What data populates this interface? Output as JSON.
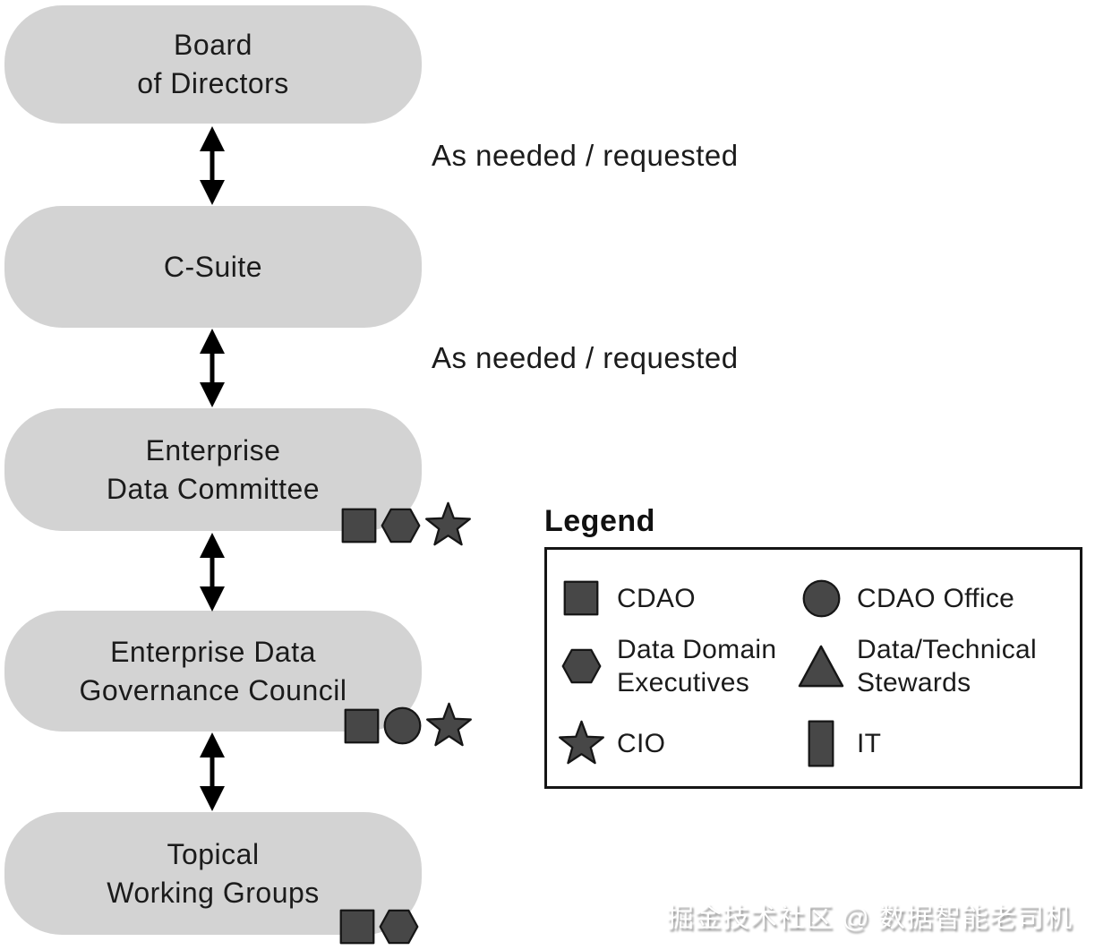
{
  "colors": {
    "pill_fill": "#d3d3d3",
    "text": "#1b1b1b",
    "arrow": "#000000",
    "symbol_fill": "#474747",
    "symbol_stroke": "#161616",
    "legend_border": "#151515",
    "watermark_text": "#ffffff",
    "watermark_shadow": "#9a9a9a"
  },
  "diagram": {
    "nodes": [
      {
        "id": "board-of-directors",
        "label": "Board\nof Directors",
        "badges": []
      },
      {
        "id": "c-suite",
        "label": "C-Suite",
        "badges": []
      },
      {
        "id": "enterprise-data-committee",
        "label": "Enterprise\nData Committee",
        "badges": [
          "square",
          "hexagon",
          "star"
        ]
      },
      {
        "id": "enterprise-data-governance-council",
        "label": "Enterprise Data\nGovernance Council",
        "badges": [
          "square",
          "circle",
          "star"
        ]
      },
      {
        "id": "topical-working-groups",
        "label": "Topical\nWorking Groups",
        "badges": [
          "square",
          "hexagon"
        ]
      }
    ],
    "connectors": [
      {
        "between": [
          "board-of-directors",
          "c-suite"
        ],
        "style": "double-arrow",
        "label": "As needed / requested"
      },
      {
        "between": [
          "c-suite",
          "enterprise-data-committee"
        ],
        "style": "double-arrow",
        "label": "As needed / requested"
      },
      {
        "between": [
          "enterprise-data-committee",
          "enterprise-data-governance-council"
        ],
        "style": "double-arrow",
        "label": ""
      },
      {
        "between": [
          "enterprise-data-governance-council",
          "topical-working-groups"
        ],
        "style": "double-arrow",
        "label": ""
      }
    ]
  },
  "legend": {
    "title": "Legend",
    "items": [
      {
        "shape": "square",
        "label": "CDAO"
      },
      {
        "shape": "circle",
        "label": "CDAO Office"
      },
      {
        "shape": "hexagon",
        "label": "Data Domain\nExecutives"
      },
      {
        "shape": "triangle",
        "label": "Data/Technical\nStewards"
      },
      {
        "shape": "star",
        "label": "CIO"
      },
      {
        "shape": "it-rect",
        "label": "IT"
      }
    ]
  },
  "watermark": "掘金技术社区 @ 数据智能老司机"
}
